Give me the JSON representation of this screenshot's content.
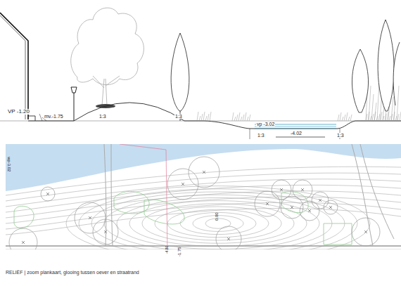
{
  "diagram": {
    "caption": "RELIËF | zoom plankaart, glooing tussen oever en straatrand",
    "labels": [
      "VP -1.20",
      "mv.-1.75",
      "1:3",
      "1:3",
      "vp -3.02",
      "-4.02",
      "1:3",
      "1:3",
      "wp-3.02",
      "0.00",
      "-1.75",
      "-4.80"
    ]
  }
}
